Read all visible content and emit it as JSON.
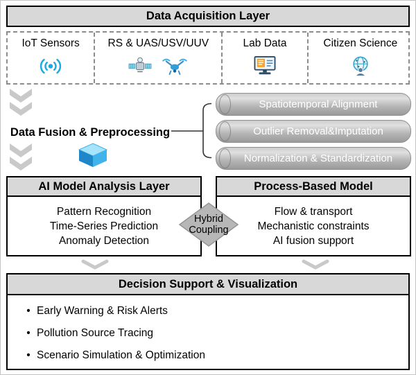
{
  "colors": {
    "layer_header_fill": "#d8d8d8",
    "border": "#000000",
    "dashed_border": "#8c8c8c",
    "cylinder_fill": "#b5b5b5",
    "cylinder_text": "#ffffff",
    "diamond_fill": "#b7b7b7",
    "chevron": "#c9c9c9",
    "icon_blue": "#1fa9e1",
    "icon_orange": "#f5a42a"
  },
  "acquisition": {
    "title": "Data Acquisition Layer",
    "sources": [
      {
        "label": "IoT Sensors",
        "icon": "iot-signal-icon"
      },
      {
        "label": "RS & UAS/USV/UUV",
        "icon": "satellite-drone-icons"
      },
      {
        "label": "Lab Data",
        "icon": "lab-monitor-icon"
      },
      {
        "label": "Citizen Science",
        "icon": "citizen-globe-icon"
      }
    ]
  },
  "fusion": {
    "label": "Data Fusion & Preprocessing",
    "icon": "fusion-cube-icon",
    "steps": [
      "Spatiotemporal Alignment",
      "Outlier Removal&Imputation",
      "Normalization & Standardization"
    ]
  },
  "ai_model": {
    "title": "AI Model Analysis Layer",
    "items": [
      "Pattern Recognition",
      "Time-Series Prediction",
      "Anomaly Detection"
    ]
  },
  "process_model": {
    "title": "Process-Based Model",
    "items": [
      "Flow & transport",
      "Mechanistic constraints",
      "AI fusion support"
    ]
  },
  "coupling": {
    "label": "Hybrid Coupling"
  },
  "decision": {
    "title": "Decision Support & Visualization",
    "bullet": "•",
    "items": [
      "Early Warning & Risk Alerts",
      "Pollution Source Tracing",
      "Scenario Simulation & Optimization"
    ]
  }
}
